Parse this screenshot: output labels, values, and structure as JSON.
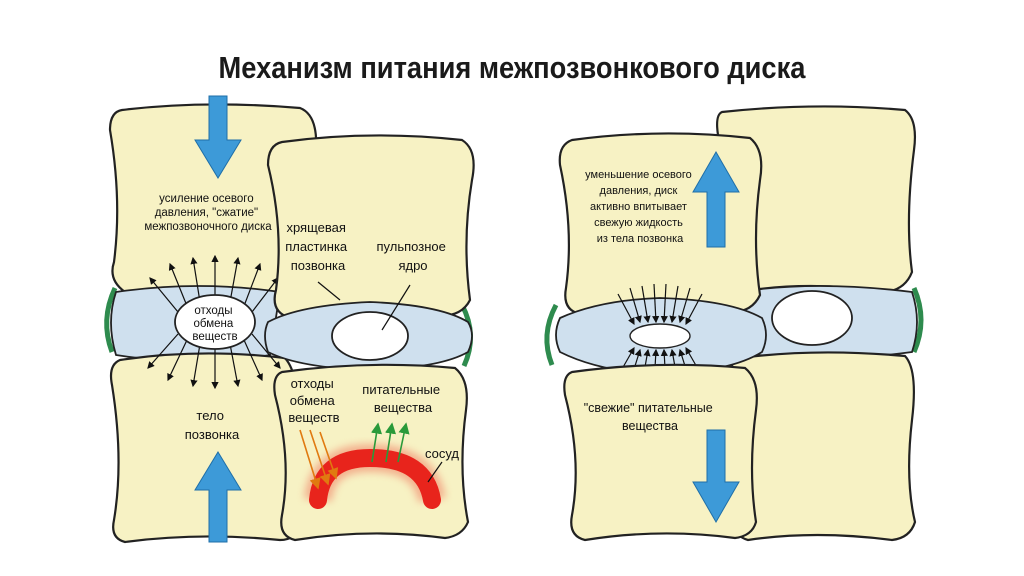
{
  "title": "Механизм питания межпозвонкового диска",
  "colors": {
    "vertebra": "#f7f2c4",
    "disc": "#cfe0ee",
    "nucleus": "#ffffff",
    "ligament": "#2e8b4e",
    "arrow": "#3d9ad8",
    "vessel": "#e8241c"
  },
  "left": {
    "compression": [
      "усиление осевого",
      "давления, \"сжатие\"",
      "межпозвоночного диска"
    ],
    "waste_in_disc": [
      "отходы",
      "обмена",
      "веществ"
    ],
    "vertebral_body": [
      "тело",
      "позвонка"
    ],
    "cartilage_plate": [
      "хрящевая",
      "пластинка",
      "позвонка"
    ],
    "nucleus": [
      "пульпозное",
      "ядро"
    ],
    "waste_out": [
      "отходы",
      "обмена",
      "веществ"
    ],
    "nutrients": [
      "питательные",
      "вещества"
    ],
    "vessel": "сосуд"
  },
  "right": {
    "decompression": [
      "уменьшение осевого",
      "давления, диск",
      "активно впитывает",
      "свежую жидкость",
      "из тела позвонка"
    ],
    "fresh_nutrients": [
      "\"свежие\" питательные",
      "вещества"
    ]
  }
}
